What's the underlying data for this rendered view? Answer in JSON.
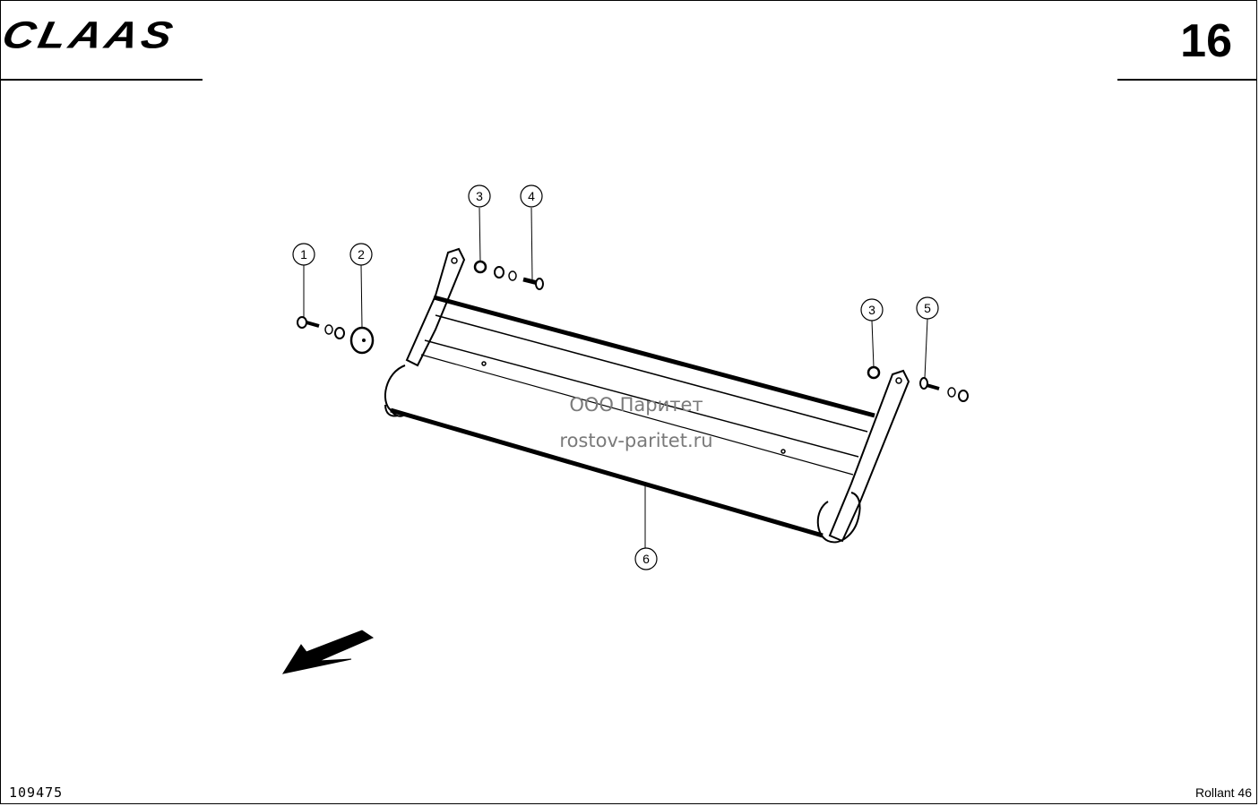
{
  "header": {
    "brand": "CLAAS",
    "page_number": "16"
  },
  "footer": {
    "drawing_number": "109475",
    "model": "Rollant 46"
  },
  "watermark": {
    "line1": "ООО Паритет",
    "line2": "rostov-paritet.ru"
  },
  "callouts": {
    "c1": "1",
    "c2": "2",
    "c3a": "3",
    "c4": "4",
    "c3b": "3",
    "c5": "5",
    "c6": "6"
  },
  "icons": {
    "direction_arrow": "direction-arrow-icon"
  }
}
